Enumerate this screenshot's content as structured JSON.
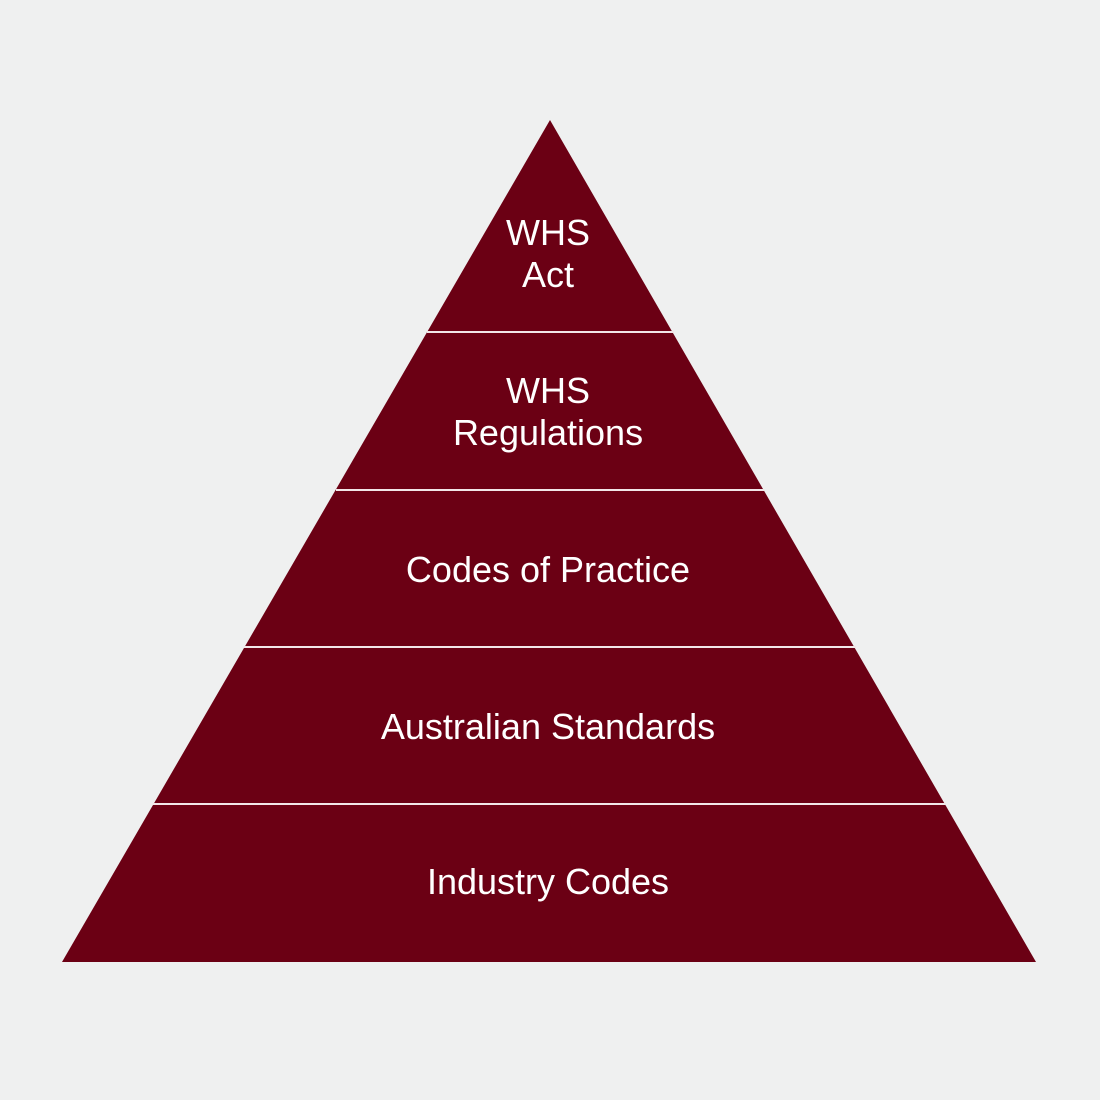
{
  "colors": {
    "background": "#eff0f0",
    "fill": "#6b0014",
    "divider": "#f2e6e8"
  },
  "tiers": [
    {
      "lines": [
        "WHS",
        "Act"
      ]
    },
    {
      "lines": [
        "WHS",
        "Regulations"
      ]
    },
    {
      "lines": [
        "Codes of Practice"
      ]
    },
    {
      "lines": [
        "Australian Standards"
      ]
    },
    {
      "lines": [
        "Industry Codes"
      ]
    }
  ]
}
